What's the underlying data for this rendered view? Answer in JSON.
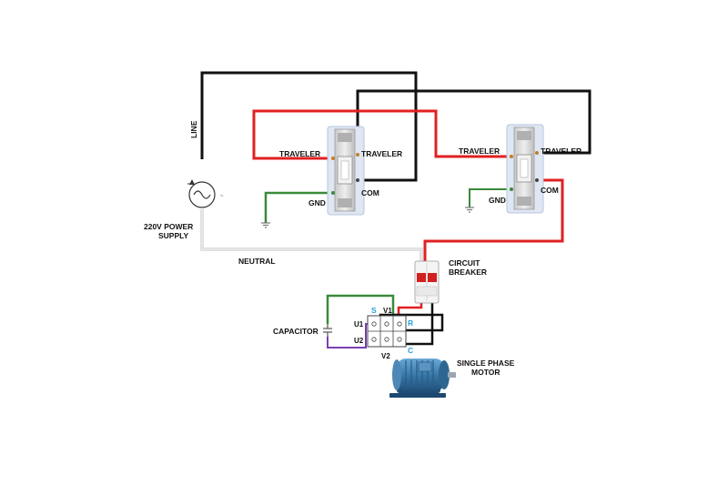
{
  "labels": {
    "line": "LINE",
    "power_supply_line1": "220V POWER",
    "power_supply_line2": "SUPPLY",
    "neutral": "NEUTRAL",
    "switch1_traveler_left": "TRAVELER",
    "switch1_traveler_right": "TRAVELER",
    "switch1_gnd": "GND",
    "switch1_com": "COM",
    "switch2_traveler_left": "TRAVELER",
    "switch2_traveler_right": "TRAVELER",
    "switch2_gnd": "GND",
    "switch2_com": "COM",
    "breaker_line1": "CIRCUIT",
    "breaker_line2": "BREAKER",
    "capacitor": "CAPACITOR",
    "u1": "U1",
    "u2": "U2",
    "v1": "V1",
    "v2": "V2",
    "s": "S",
    "r": "R",
    "c": "C",
    "motor_line1": "SINGLE PHASE",
    "motor_line2": "MOTOR"
  },
  "colors": {
    "black_wire": "#111111",
    "red_wire": "#e02020",
    "green_wire": "#3a8a3a",
    "purple_wire": "#7a3fb0",
    "neutral_wire": "#cfcfcf",
    "motor_body": "#3a78a8",
    "terminal_letter": "#2a9fd6"
  }
}
